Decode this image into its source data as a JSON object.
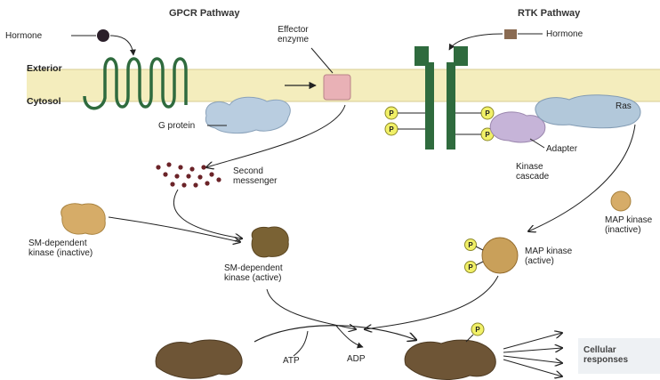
{
  "titles": {
    "gpcr": "GPCR Pathway",
    "rtk": "RTK Pathway"
  },
  "membrane": {
    "exterior": "Exterior",
    "cytosol": "Cytosol"
  },
  "labels": {
    "hormone_left": "Hormone",
    "hormone_right": "Hormone",
    "effector_line1": "Effector",
    "effector_line2": "enzyme",
    "g_protein": "G protein",
    "second_messenger_line1": "Second",
    "second_messenger_line2": "messenger",
    "sm_inactive_line1": "SM-dependent",
    "sm_inactive_line2": "kinase (inactive)",
    "sm_active_line1": "SM-dependent",
    "sm_active_line2": "kinase (active)",
    "ras": "Ras",
    "adapter": "Adapter",
    "kinase_cascade_line1": "Kinase",
    "kinase_cascade_line2": "cascade",
    "map_inactive_line1": "MAP kinase",
    "map_inactive_line2": "(inactive)",
    "map_active_line1": "MAP kinase",
    "map_active_line2": "(active)",
    "atp": "ATP",
    "adp": "ADP",
    "cellular_line1": "Cellular",
    "cellular_line2": "responses",
    "phosphate": "P"
  },
  "colors": {
    "membrane": "#f4edbd",
    "receptor": "#2f6b3e",
    "effector": "#e9b1b6",
    "g_protein": "#b9cde0",
    "second_messenger": "#6b2328",
    "kinase_inactive": "#d6ac68",
    "kinase_active": "#7a6234",
    "map_kinase": "#c9a05a",
    "phosphate": "#f1f067",
    "protein_dark": "#6e5536",
    "adapter": "#c6b4d8",
    "ras": "#b2c8da"
  }
}
